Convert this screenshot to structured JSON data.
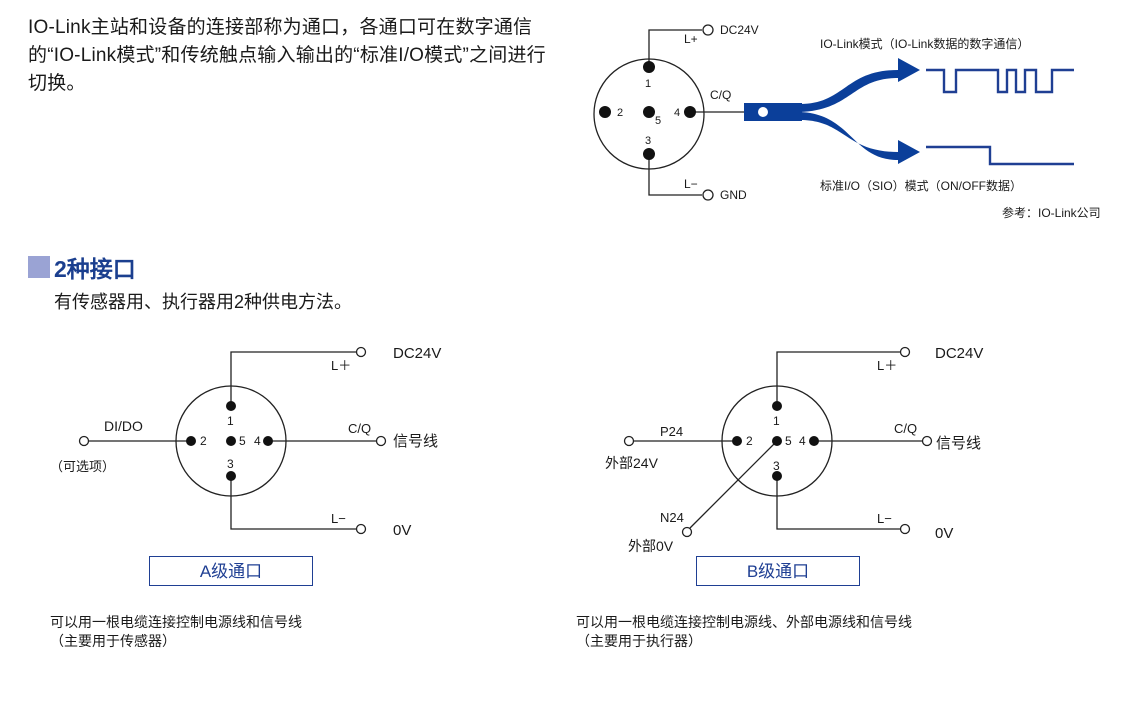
{
  "intro": {
    "text": "IO-Link主站和设备的连接部称为通口，各通口可在数字通信的“IO-Link模式”和传统触点输入输出的“标准I/O模式”之间进行切换。"
  },
  "top_diagram": {
    "pins": [
      "1",
      "2",
      "3",
      "4",
      "5"
    ],
    "lplus": "L+",
    "lminus": "L−",
    "dc24v": "DC24V",
    "gnd": "GND",
    "cq": "C/Q",
    "iolink_mode": "IO-Link模式（IO-Link数据的数字通信）",
    "sio_mode": "标准I/O（SIO）模式（ON/OFF数据）",
    "reference": "参考：IO-Link公司",
    "accent_color": "#0b3f9a"
  },
  "section": {
    "title": "2种接口",
    "subtitle": "有传感器用、执行器用2种供电方法。"
  },
  "port_a": {
    "pins": [
      "1",
      "2",
      "3",
      "4",
      "5"
    ],
    "dc24v": "DC24V",
    "lplus": "L＋",
    "lminus": "L−",
    "zero_v": "0V",
    "cq": "C/Q",
    "signal": "信号线",
    "dido": "DI/DO",
    "optional": "（可选项）",
    "label": "A级通口",
    "note_line1": "可以用一根电缆连接控制电源线和信号线",
    "note_line2": "（主要用于传感器）"
  },
  "port_b": {
    "pins": [
      "1",
      "2",
      "3",
      "4",
      "5"
    ],
    "dc24v": "DC24V",
    "lplus": "L＋",
    "lminus": "L−",
    "zero_v": "0V",
    "cq": "C/Q",
    "signal": "信号线",
    "p24": "P24",
    "ext24v": "外部24V",
    "n24": "N24",
    "ext0v": "外部0V",
    "label": "B级通口",
    "note_line1": "可以用一根电缆连接控制电源线、外部电源线和信号线",
    "note_line2": "（主要用于执行器）"
  }
}
